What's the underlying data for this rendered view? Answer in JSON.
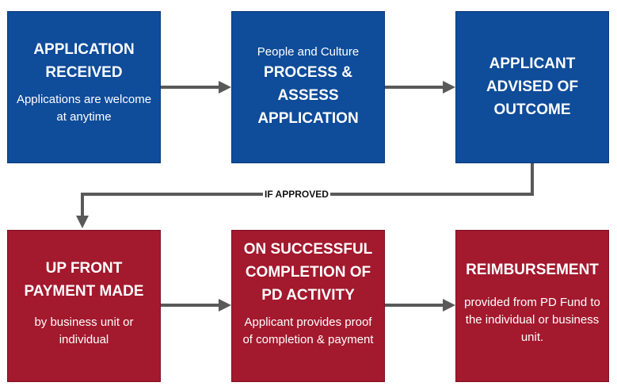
{
  "colors": {
    "blue": "#0f4c9a",
    "red": "#a3192d",
    "connector": "#595959"
  },
  "steps": {
    "received": {
      "title": "APPLICATION RECEIVED",
      "body": "Applications are welcome at anytime"
    },
    "process": {
      "pre": "People and Culture",
      "title": "PROCESS & ASSESS APPLICATION"
    },
    "advised": {
      "title": "APPLICANT ADVISED OF OUTCOME"
    },
    "payment": {
      "title": "UP FRONT PAYMENT MADE",
      "body": "by business unit or individual"
    },
    "completion": {
      "title": "ON SUCCESSFUL COMPLETION OF PD ACTIVITY",
      "body": "Applicant provides proof of completion & payment"
    },
    "reimbursement": {
      "title": "REIMBURSEMENT",
      "body": "provided from PD Fund to the individual or business unit."
    }
  },
  "connector_label": "IF APPROVED"
}
